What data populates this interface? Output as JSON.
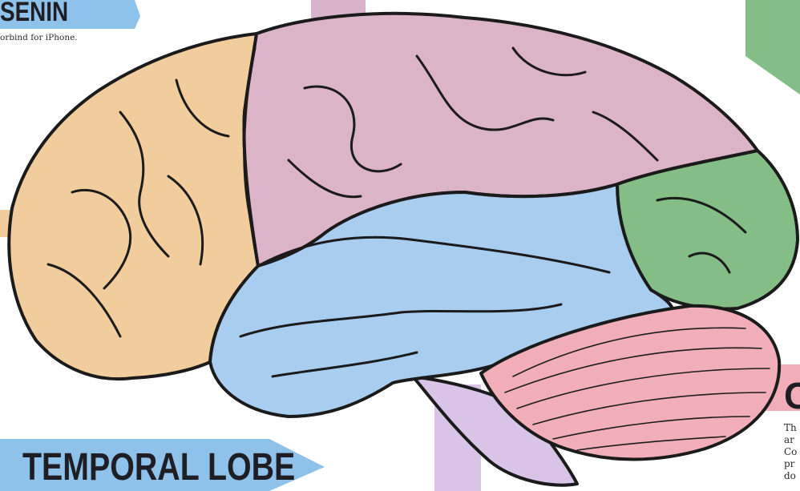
{
  "labels": {
    "top_left_heading": "SENIN",
    "top_left_caption": "orbind for iPhone.",
    "bottom_heading": "TEMPORAL LOBE",
    "right_heading": "C"
  },
  "right_paragraph_lines": [
    "Th",
    "ar",
    "Co",
    "pr",
    "do"
  ],
  "colors": {
    "frontal_lobe": "#f1cd9d",
    "parietal_lobe": "#dcb4c8",
    "temporal_lobe": "#a9cdee",
    "occipital_lobe": "#84be86",
    "cerebellum": "#f1aeb8",
    "brainstem": "#d9c4e8",
    "label_banner_blue": "#8fc2ea",
    "outline": "#1b1b1b"
  }
}
